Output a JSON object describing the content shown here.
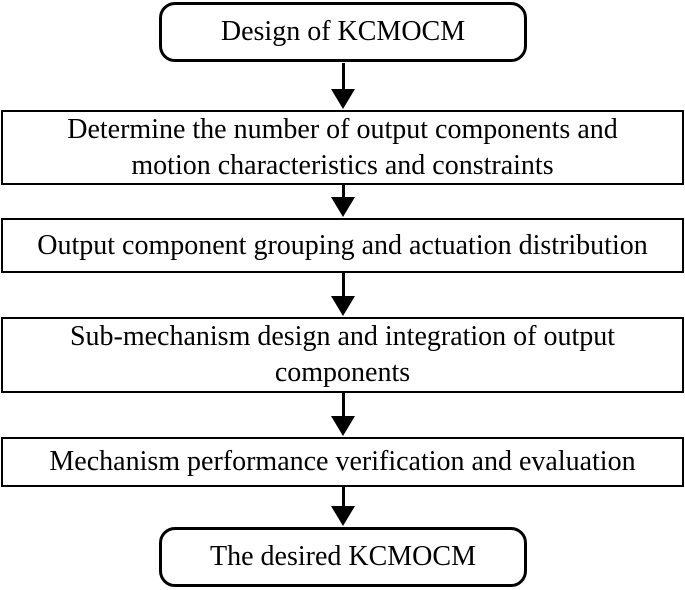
{
  "flowchart": {
    "nodes": [
      {
        "id": "start",
        "shape": "rounded",
        "label": "Design of KCMOCM"
      },
      {
        "id": "step-1",
        "shape": "rect",
        "label": "Determine the number of output components and\nmotion characteristics and constraints"
      },
      {
        "id": "step-2",
        "shape": "rect",
        "label": "Output component grouping and actuation distribution"
      },
      {
        "id": "step-3",
        "shape": "rect",
        "label": "Sub-mechanism design and integration of output\ncomponents"
      },
      {
        "id": "step-4",
        "shape": "rect",
        "label": "Mechanism performance verification and evaluation"
      },
      {
        "id": "end",
        "shape": "rounded",
        "label": "The desired KCMOCM"
      }
    ],
    "connectors": "downward solid black arrows between consecutive nodes",
    "colors": {
      "border": "#000000",
      "fill": "#ffffff",
      "text": "#000000",
      "arrow": "#000000"
    }
  }
}
